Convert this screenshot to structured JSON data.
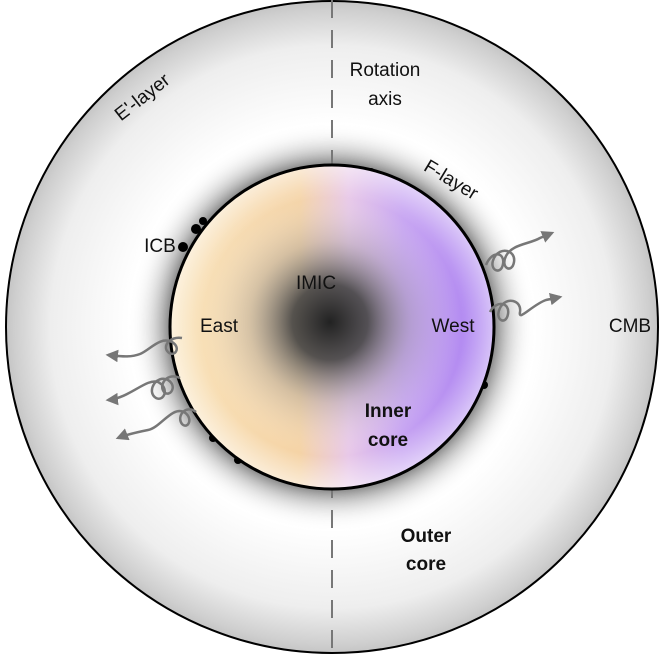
{
  "labels": {
    "e_layer": "E'-layer",
    "rotation_axis_line1": "Rotation",
    "rotation_axis_line2": "axis",
    "f_layer": "F-layer",
    "icb": "ICB",
    "cmb": "CMB",
    "imic": "IMIC",
    "east": "East",
    "west": "West",
    "inner_core_line1": "Inner",
    "inner_core_line2": "core",
    "outer_core_line1": "Outer",
    "outer_core_line2": "core"
  },
  "colors": {
    "east_hemisphere": "#f7d9a8",
    "west_hemisphere": "#b28af2",
    "imic_center": "#2a2a2a",
    "outer_core_shading": "#c8c8c8",
    "wave_arrows": "#777777",
    "outline": "#000000"
  },
  "icons": [
    "wave-arrow-icon"
  ]
}
